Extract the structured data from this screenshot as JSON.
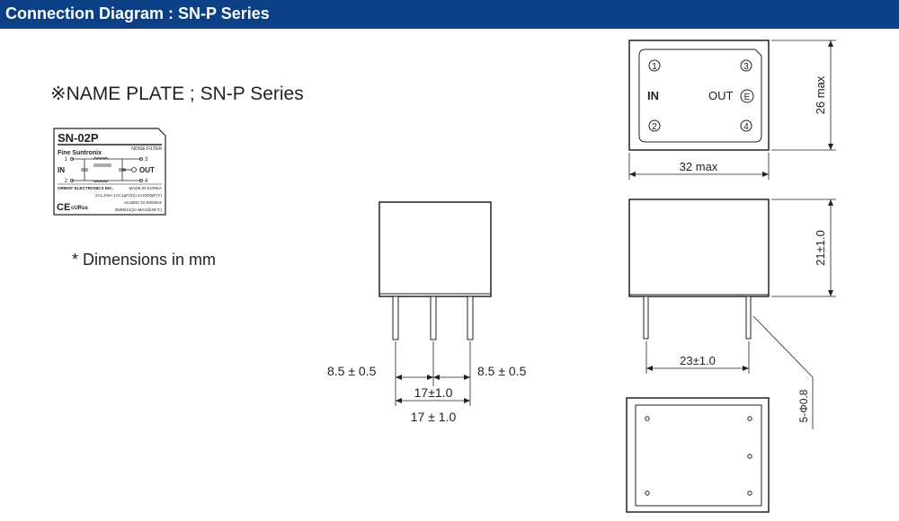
{
  "header": {
    "title": "Connection Diagram : SN-P Series"
  },
  "nameplate": {
    "title": "※NAME PLATE ; SN-P Series",
    "model": "SN-02P",
    "type_label": "NOISE FILTER",
    "brand": "Fine Suntronix",
    "in_label": "IN",
    "out_label": "OUT",
    "pin1": "1",
    "pin2": "2",
    "pin3": "3",
    "pin4": "4",
    "maker": "ORIENT ELECTRONICS INC.",
    "made_in": "MADE IN KOREA",
    "spec1": "2×1.2mH  1×0.1μF(X2)  2×2200pF(Y)",
    "spec2": "AC250V  2A  50/60Hz",
    "spec3": "25/85/21(2A MAX@45°C)",
    "ce_mark": "CE",
    "ul_mark": "cURus"
  },
  "notes": {
    "dimensions": "* Dimensions in mm"
  },
  "front_view": {
    "left_offset": "8.5 ± 0.5",
    "right_offset": "8.5 ± 0.5",
    "pitch_inner": "17±1.0",
    "pitch_outer": "17 ± 1.0"
  },
  "top_view": {
    "pin1": "1",
    "pin2": "2",
    "pin3": "3",
    "pin4": "4",
    "pinE": "E",
    "in_label": "IN",
    "out_label": "OUT",
    "width_label": "32 max",
    "depth_label": "26 max"
  },
  "side_view": {
    "height_label": "21±1.0",
    "pitch_label": "23±1.0",
    "pin_dia_label": "5-Φ0.8"
  }
}
